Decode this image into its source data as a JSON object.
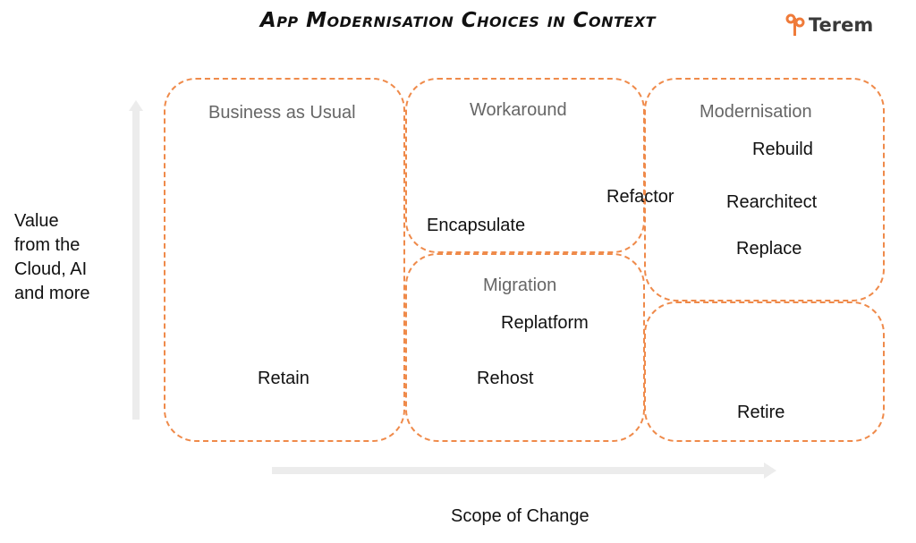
{
  "title": "App Modernisation Choices in Context",
  "logo": {
    "text": "Terem",
    "icon": "terem-logo-icon",
    "color": "#ef7b3a"
  },
  "axes": {
    "y_label_lines": [
      "Value",
      "from the",
      "Cloud, AI",
      "and more"
    ],
    "x_label": "Scope of Change"
  },
  "quadrants": {
    "business_as_usual": {
      "heading": "Business as Usual",
      "items": [
        "Retain"
      ]
    },
    "workaround": {
      "heading": "Workaround",
      "items": [
        "Encapsulate"
      ]
    },
    "migration": {
      "heading": "Migration",
      "items": [
        "Replatform",
        "Rehost"
      ]
    },
    "modernisation": {
      "heading": "Modernisation",
      "items": [
        "Rebuild",
        "Rearchitect",
        "Replace"
      ]
    },
    "retire": {
      "heading": "",
      "items": [
        "Retire"
      ]
    },
    "boundary_item": "Refactor"
  },
  "colors": {
    "dashed_border": "#ef8a4a",
    "arrow": "#ececec"
  }
}
